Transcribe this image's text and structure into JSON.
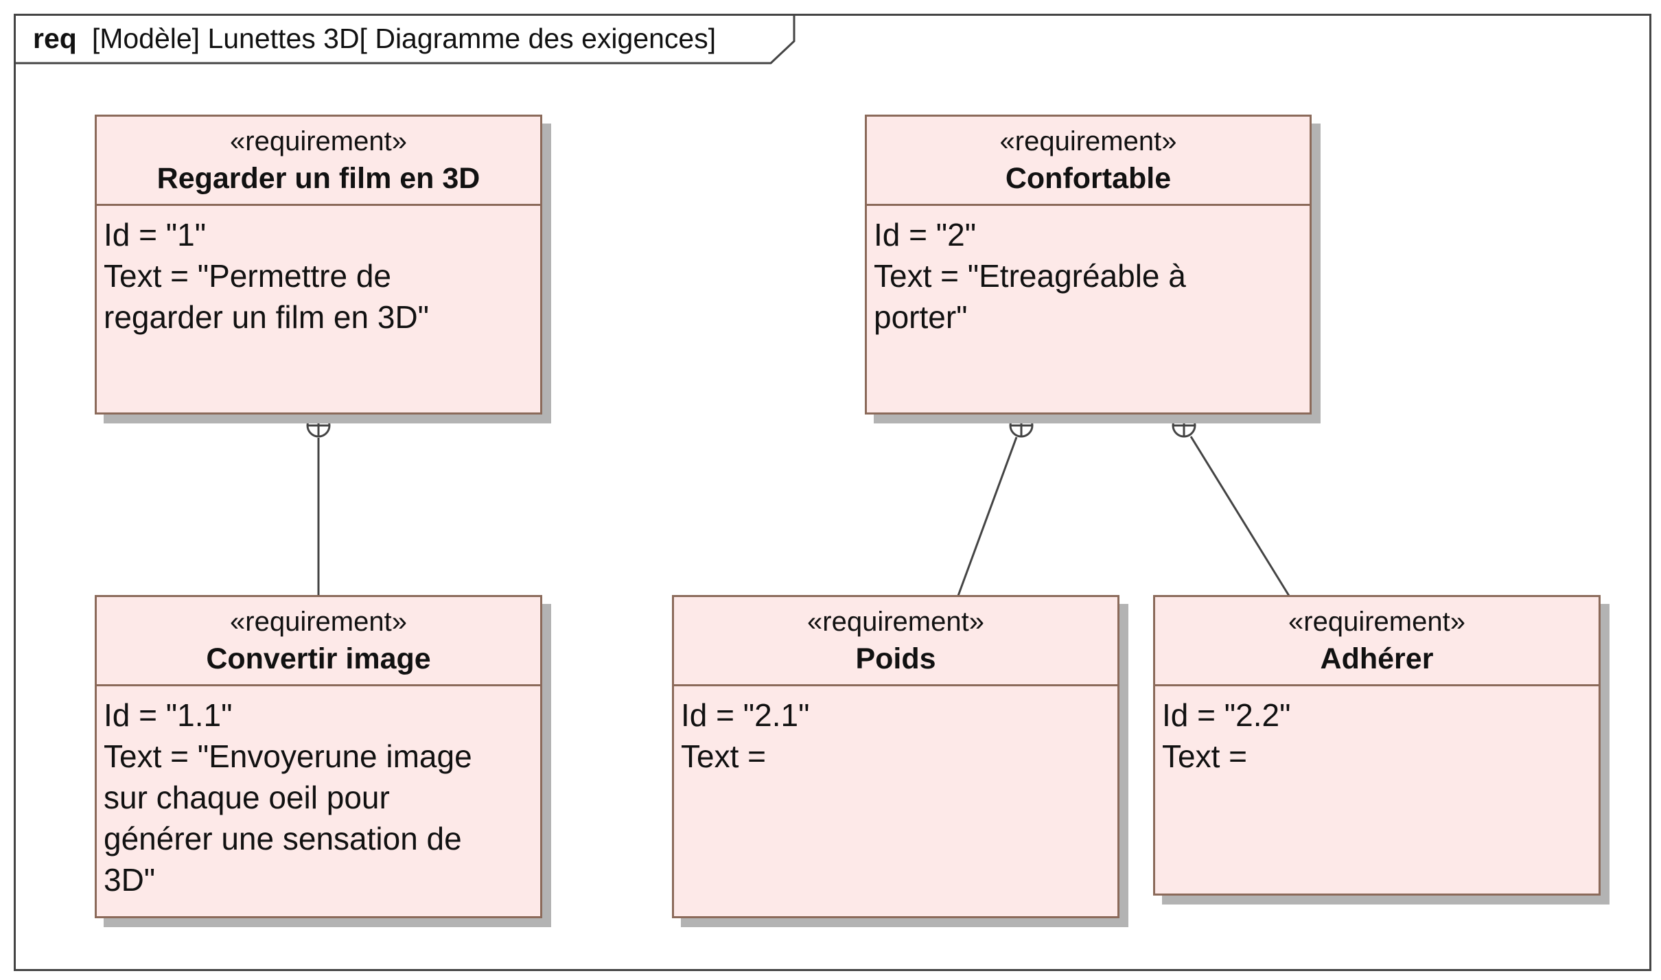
{
  "frame": {
    "keyword": "req",
    "title": "[Modèle] Lunettes 3D[ Diagramme des exigences]"
  },
  "requirements": [
    {
      "stereotype": "«requirement»",
      "name": "Regarder un film en 3D",
      "lines": [
        "Id = \"1\"",
        "Text = \"Permettre de",
        "regarder un film en 3D\""
      ]
    },
    {
      "stereotype": "«requirement»",
      "name": "Confortable",
      "lines": [
        "Id = \"2\"",
        "Text = \"Etreagréable à",
        "porter\""
      ]
    },
    {
      "stereotype": "«requirement»",
      "name": "Convertir image",
      "lines": [
        "Id = \"1.1\"",
        "Text = \"Envoyerune image",
        "sur chaque oeil pour",
        "générer une sensation de",
        "3D\""
      ]
    },
    {
      "stereotype": "«requirement»",
      "name": "Poids",
      "lines": [
        "Id = \"2.1\"",
        "Text ="
      ]
    },
    {
      "stereotype": "«requirement»",
      "name": "Adhérer",
      "lines": [
        "Id = \"2.2\"",
        "Text ="
      ]
    }
  ],
  "relations": [
    {
      "type": "containment",
      "parent": "Regarder un film en 3D",
      "child": "Convertir image"
    },
    {
      "type": "containment",
      "parent": "Confortable",
      "child": "Poids"
    },
    {
      "type": "containment",
      "parent": "Confortable",
      "child": "Adhérer"
    }
  ]
}
